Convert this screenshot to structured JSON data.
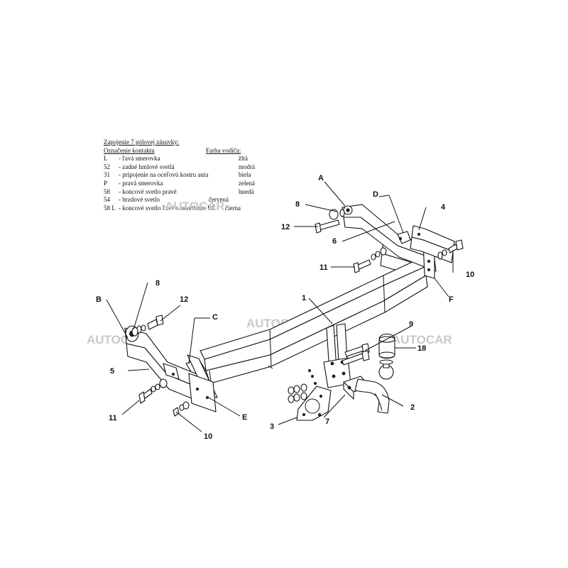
{
  "legend": {
    "title": "Zapojenie 7 pólovej zásuvky:",
    "header_marking": "Označenie kontaktu",
    "header_color": "Farba vodiča:",
    "rows": [
      {
        "code": "L",
        "desc": "- ľavá smerovka",
        "color": "žltá"
      },
      {
        "code": "52",
        "desc": "- zadné hmlové svetlá",
        "color": "modrá"
      },
      {
        "code": "31",
        "desc": "- pripojenie na oceľovú kostru auta",
        "color": "biela"
      },
      {
        "code": "P",
        "desc": "- pravá smerovka",
        "color": "zelená"
      },
      {
        "code": "58",
        "desc": "- koncové svetlo pravé",
        "color": "hnedá"
      },
      {
        "code": "54",
        "desc": "- brzdové svetlo",
        "color": "červená"
      },
      {
        "code": "58 L",
        "desc": "- koncové svetlo ľavé a osvetlenie EČ",
        "color": "čierna"
      }
    ]
  },
  "watermark": "AUTOCAR",
  "labels": {
    "A": "A",
    "B": "B",
    "C": "C",
    "D": "D",
    "E": "E",
    "F": "F",
    "n1": "1",
    "n2": "2",
    "n3": "3",
    "n4": "4",
    "n5": "5",
    "n6": "6",
    "n7": "7",
    "n8a": "8",
    "n8b": "8",
    "n9": "9",
    "n10a": "10",
    "n10b": "10",
    "n11a": "11",
    "n11b": "11",
    "n12a": "12",
    "n12b": "12",
    "n18": "18"
  }
}
